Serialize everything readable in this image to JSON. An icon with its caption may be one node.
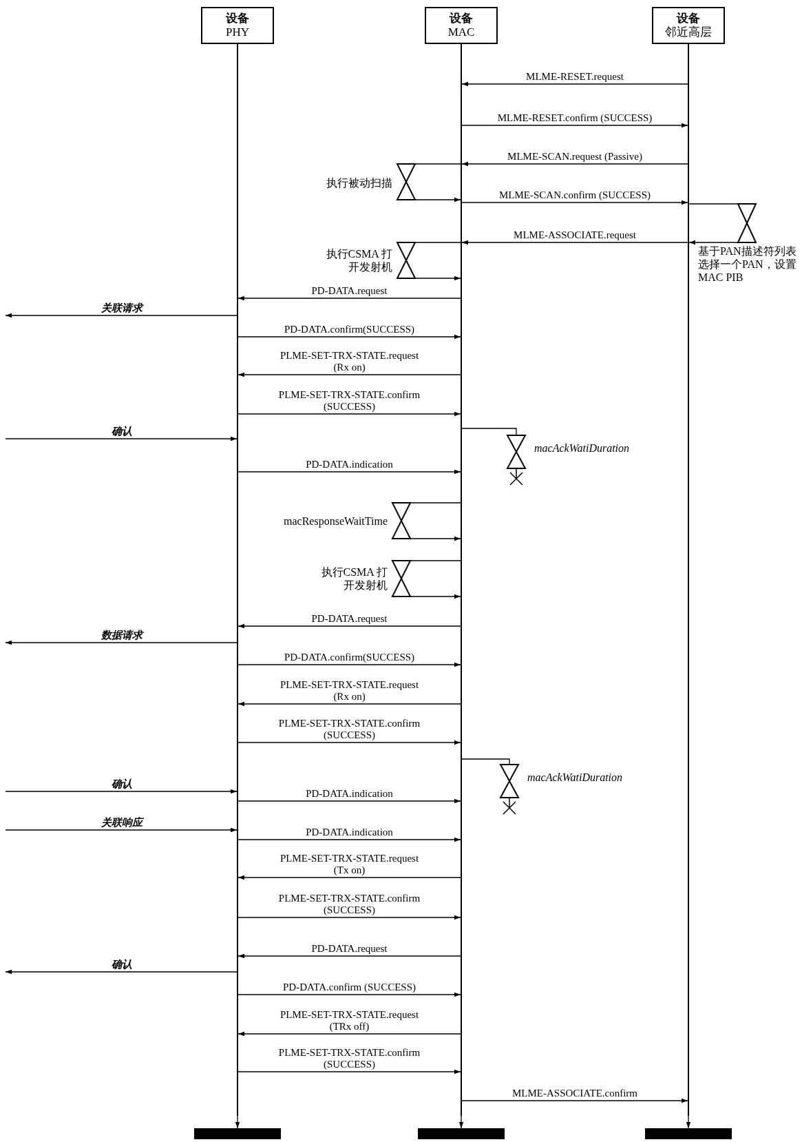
{
  "diagram": {
    "nodes": [
      {
        "text": [
          "设备",
          "PHY"
        ]
      },
      {
        "text": [
          "设备",
          "MAC"
        ]
      },
      {
        "text": [
          "设备",
          "邻近高层"
        ]
      },
      {
        "text": [],
        "shape": "line"
      },
      {
        "text": [],
        "shape": "line"
      },
      {
        "text": [],
        "shape": "line"
      },
      {
        "text": [],
        "shape": "hourglass",
        "beside": [
          "执行被动扫描"
        ]
      },
      {
        "text": [],
        "shape": "hourglass",
        "beside": [
          "基于PAN描述符列表选择一个PAN，设置MAC PIB"
        ]
      },
      {
        "text": [],
        "shape": "hourglass",
        "beside": [
          "执行CSMA 打开发射机"
        ]
      },
      {
        "text": [],
        "shape": "hourglass",
        "beside": [
          "macAckWatiDuration"
        ]
      },
      {
        "text": [],
        "shape": "hourglass",
        "beside": [
          "macResponseWaitTime"
        ]
      },
      {
        "text": [],
        "shape": "hourglass",
        "beside": [
          "执行CSMA 打开发射机"
        ]
      },
      {
        "text": [],
        "shape": "hourglass",
        "beside": [
          "macAckWatiDuration"
        ]
      },
      {
        "text": [],
        "shape": "bar"
      },
      {
        "text": [],
        "shape": "bar"
      },
      {
        "text": [],
        "shape": "bar"
      }
    ],
    "edges": [
      {
        "from": 3,
        "to": 13,
        "arrow": "to"
      },
      {
        "from": 4,
        "to": 14,
        "arrow": "to"
      },
      {
        "from": 5,
        "to": 15,
        "arrow": "to"
      },
      {
        "from": 5,
        "to": 4,
        "arrow": "to",
        "label": "MLME-RESET.request"
      },
      {
        "from": 4,
        "to": 5,
        "arrow": "to",
        "label": "MLME-RESET.confirm (SUCCESS)"
      },
      {
        "from": 5,
        "to": 4,
        "arrow": "to",
        "label": "MLME-SCAN.request (Passive)"
      },
      {
        "from": 4,
        "to": 6,
        "arrow": "none"
      },
      {
        "from": 6,
        "to": 4,
        "arrow": "to"
      },
      {
        "from": 4,
        "to": 5,
        "arrow": "to",
        "label": "MLME-SCAN.confirm (SUCCESS)"
      },
      {
        "from": 5,
        "to": 7,
        "arrow": "none"
      },
      {
        "from": 7,
        "to": 5,
        "arrow": "to"
      },
      {
        "from": 5,
        "to": 4,
        "arrow": "to",
        "label": "MLME-ASSOCIATE.request"
      },
      {
        "from": 4,
        "to": 8,
        "arrow": "none"
      },
      {
        "from": 8,
        "to": 4,
        "arrow": "to"
      },
      {
        "from": 4,
        "to": 3,
        "arrow": "to",
        "label": "PD-DATA.request"
      },
      {
        "from": 3,
        "to": null,
        "arrow": "to",
        "label": "关联请求"
      },
      {
        "from": 3,
        "to": 4,
        "arrow": "to",
        "label": "PD-DATA.confirm(SUCCESS)"
      },
      {
        "from": 4,
        "to": 3,
        "arrow": "to",
        "label": "PLME-SET-TRX-STATE.request (Rx on)"
      },
      {
        "from": 3,
        "to": 4,
        "arrow": "to",
        "label": "PLME-SET-TRX-STATE.confirm (SUCCESS)"
      },
      {
        "from": 4,
        "to": 9,
        "arrow": "none"
      },
      {
        "from": null,
        "to": 3,
        "arrow": "to",
        "label": "确认"
      },
      {
        "from": 3,
        "to": 4,
        "arrow": "to",
        "label": "PD-DATA.indication"
      },
      {
        "from": 4,
        "to": 10,
        "arrow": "none"
      },
      {
        "from": 10,
        "to": 4,
        "arrow": "to"
      },
      {
        "from": 4,
        "to": 11,
        "arrow": "none"
      },
      {
        "from": 11,
        "to": 4,
        "arrow": "to"
      },
      {
        "from": 4,
        "to": 3,
        "arrow": "to",
        "label": "PD-DATA.request"
      },
      {
        "from": 3,
        "to": null,
        "arrow": "to",
        "label": "数据请求"
      },
      {
        "from": 3,
        "to": 4,
        "arrow": "to",
        "label": "PD-DATA.confirm(SUCCESS)"
      },
      {
        "from": 4,
        "to": 3,
        "arrow": "to",
        "label": "PLME-SET-TRX-STATE.request (Rx on)"
      },
      {
        "from": 3,
        "to": 4,
        "arrow": "to",
        "label": "PLME-SET-TRX-STATE.confirm (SUCCESS)"
      },
      {
        "from": 4,
        "to": 12,
        "arrow": "none"
      },
      {
        "from": null,
        "to": 3,
        "arrow": "to",
        "label": "确认"
      },
      {
        "from": 3,
        "to": 4,
        "arrow": "to",
        "label": "PD-DATA.indication"
      },
      {
        "from": null,
        "to": 3,
        "arrow": "to",
        "label": "关联响应"
      },
      {
        "from": 3,
        "to": 4,
        "arrow": "to",
        "label": "PD-DATA.indication"
      },
      {
        "from": 4,
        "to": 3,
        "arrow": "to",
        "label": "PLME-SET-TRX-STATE.request (Tx on)"
      },
      {
        "from": 3,
        "to": 4,
        "arrow": "to",
        "label": "PLME-SET-TRX-STATE.confirm (SUCCESS)"
      },
      {
        "from": 4,
        "to": 3,
        "arrow": "to",
        "label": "PD-DATA.request"
      },
      {
        "from": 3,
        "to": null,
        "arrow": "to",
        "label": "确认"
      },
      {
        "from": 3,
        "to": 4,
        "arrow": "to",
        "label": "PD-DATA.confirm (SUCCESS)"
      },
      {
        "from": 4,
        "to": 3,
        "arrow": "to",
        "label": "PLME-SET-TRX-STATE.request (TRx off)"
      },
      {
        "from": 3,
        "to": 4,
        "arrow": "to",
        "label": "PLME-SET-TRX-STATE.confirm (SUCCESS)"
      },
      {
        "from": 4,
        "to": 5,
        "arrow": "to",
        "label": "MLME-ASSOCIATE.confirm"
      }
    ]
  }
}
